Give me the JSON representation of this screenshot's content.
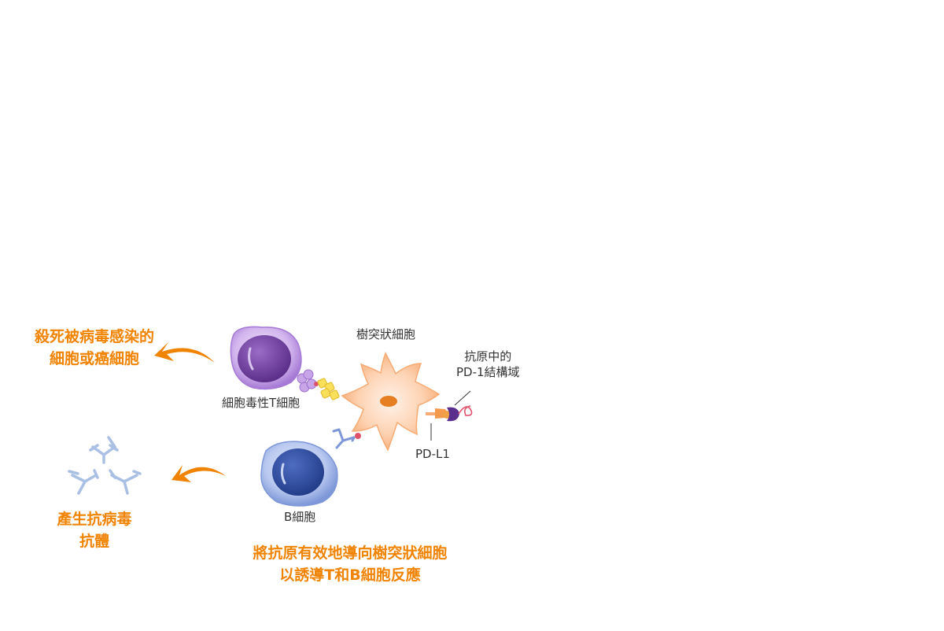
{
  "labels": {
    "kill": [
      "殺死被病毒感染的",
      "細胞或癌細胞"
    ],
    "antibody": [
      "產生抗病毒",
      "抗體"
    ],
    "goal": [
      "將抗原有效地導向樹突狀細胞",
      "以誘導T和B細胞反應"
    ],
    "dendritic_cell": "樹突狀細胞",
    "t_cell": "細胞毒性T細胞",
    "b_cell": "B細胞",
    "pd1": [
      "抗原中的",
      "PD-1結構域"
    ],
    "pdl1": "PD-L1"
  },
  "colors": {
    "accent": "#f08300",
    "t_cell": "#a57ad6",
    "b_cell": "#4a6cc4",
    "dendritic": "#f8b27c",
    "antibody": "#9bb5e0"
  }
}
